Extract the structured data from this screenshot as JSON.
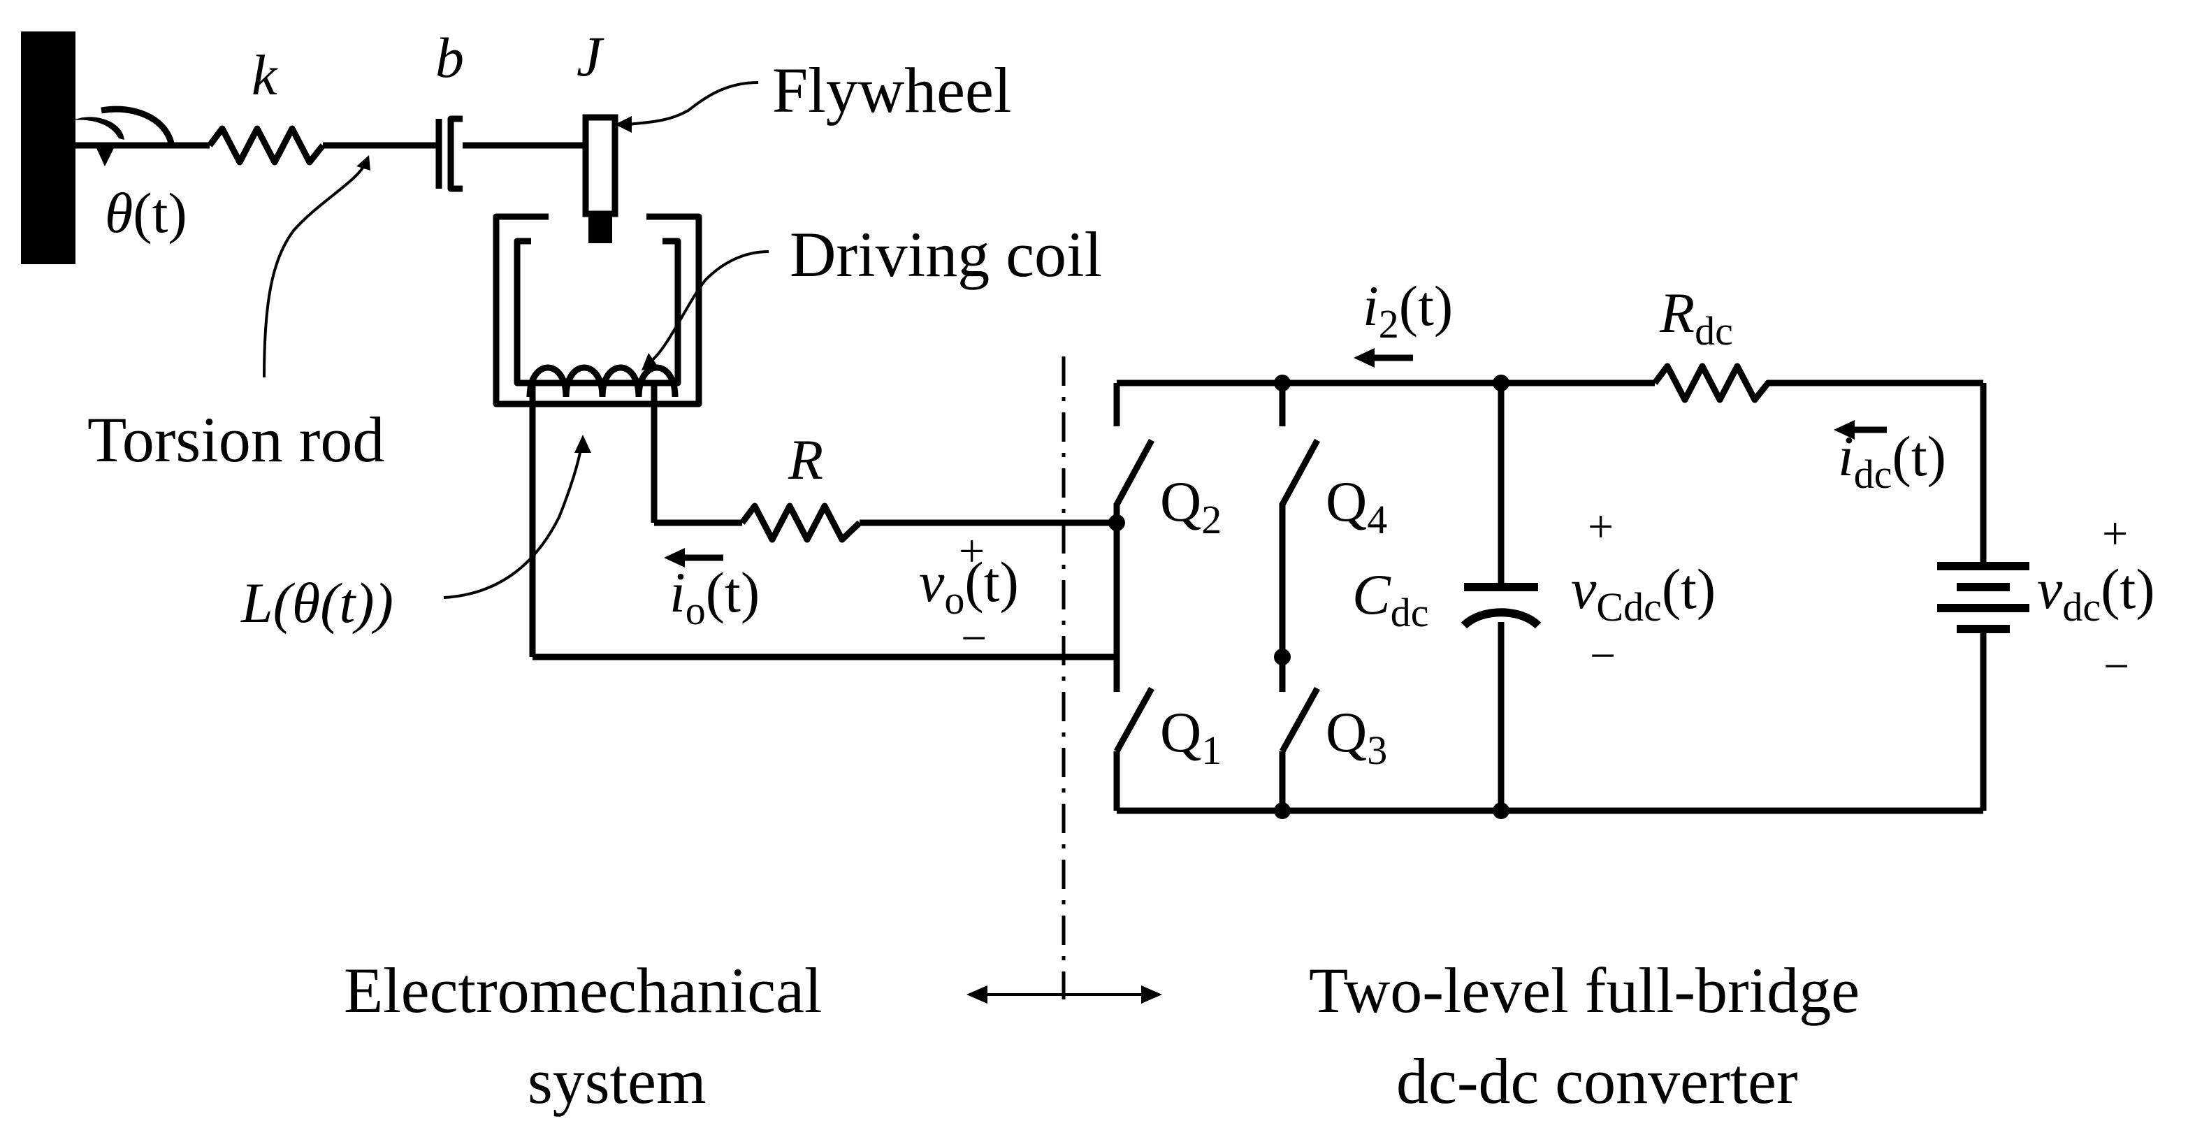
{
  "labels": {
    "k": "k",
    "b": "b",
    "J": "J",
    "flywheel": "Flywheel",
    "theta_sym": "θ",
    "theta_arg": "(t)",
    "driving_coil": "Driving coil",
    "torsion_rod": "Torsion rod",
    "inductance": "L(θ(t))",
    "R": "R",
    "io_base": "i",
    "io_sub": "o",
    "io_arg": "(t)",
    "vo_base": "v",
    "vo_sub": "o",
    "vo_arg": "(t)",
    "i2_base": "i",
    "i2_sub": "2",
    "i2_arg": "(t)",
    "Rdc_base": "R",
    "Rdc_sub": "dc",
    "idc_base": "i",
    "idc_sub": "dc",
    "idc_arg": "(t)",
    "Q1_base": "Q",
    "Q1_sub": "1",
    "Q2_base": "Q",
    "Q2_sub": "2",
    "Q3_base": "Q",
    "Q3_sub": "3",
    "Q4_base": "Q",
    "Q4_sub": "4",
    "Cdc_base": "C",
    "Cdc_sub": "dc",
    "vCdc_base": "v",
    "vCdc_sub": "Cdc",
    "vCdc_arg": "(t)",
    "vdc_base": "v",
    "vdc_sub": "dc",
    "vdc_arg": "(t)",
    "plus": "+",
    "minus": "−",
    "left_caption_1": "Electromechanical",
    "left_caption_2": "system",
    "right_caption_1": "Two-level full-bridge",
    "right_caption_2": "dc-dc converter"
  }
}
